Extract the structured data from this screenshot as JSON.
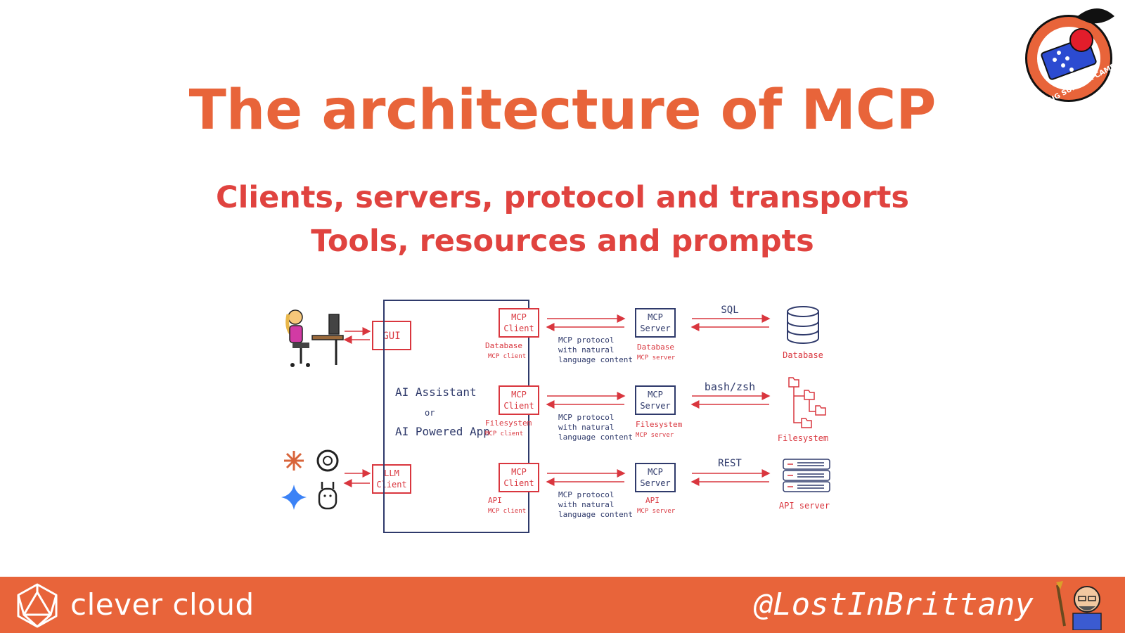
{
  "slide": {
    "title": "The architecture of MCP",
    "subtitle_line1": "Clients, servers, protocol and transports",
    "subtitle_line2": "Tools, resources and prompts"
  },
  "badge": {
    "icon": "jug-summer-camp-logo",
    "text": "JUG SUMMER CAMP"
  },
  "diagram": {
    "gui_label": "GUI",
    "llm_client_label": [
      "LLM",
      "Client"
    ],
    "assistant_line1": "AI Assistant",
    "assistant_or": "or",
    "assistant_line2": "AI Powered App",
    "client_box_label": [
      "MCP",
      "Client"
    ],
    "server_box_label": [
      "MCP",
      "Server"
    ],
    "protocol_text": [
      "MCP protocol",
      "with natural",
      "language content"
    ],
    "rows": [
      {
        "client_caption": [
          "Database",
          "MCP client"
        ],
        "server_caption": [
          "Database",
          "MCP server"
        ],
        "link_label": "SQL",
        "resource_label": "Database",
        "resource_icon": "database-icon"
      },
      {
        "client_caption": [
          "Filesystem",
          "MCP client"
        ],
        "server_caption": [
          "Filesystem",
          "MCP server"
        ],
        "link_label": "bash/zsh",
        "resource_label": "Filesystem",
        "resource_icon": "folder-tree-icon"
      },
      {
        "client_caption": [
          "API",
          "MCP client"
        ],
        "server_caption": [
          "API",
          "MCP server"
        ],
        "link_label": "REST",
        "resource_label": "API server",
        "resource_icon": "server-rack-icon"
      }
    ],
    "llm_icons": [
      "anthropic-icon",
      "openai-icon",
      "gemini-icon",
      "ollama-icon"
    ],
    "user_icon": "user-at-computer-icon"
  },
  "footer": {
    "brand": "clever cloud",
    "brand_icon": "clever-cloud-logo",
    "handle": "@LostInBrittany",
    "avatar_icon": "author-avatar-icon",
    "background_color": "#e8643a"
  },
  "colors": {
    "title": "#e8643a",
    "subtitle": "#e0433f",
    "client_red": "#d9363e",
    "server_navy": "#2f3a6b"
  }
}
